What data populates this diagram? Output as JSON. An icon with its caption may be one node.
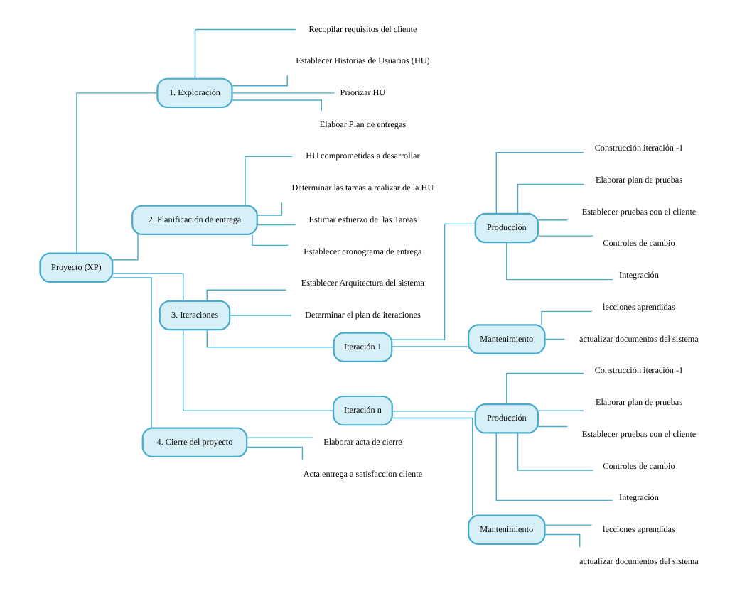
{
  "diagram": {
    "nodes": [
      {
        "text": [
          "Proyecto (XP)"
        ]
      },
      {
        "text": [
          "1. Exploración"
        ]
      },
      {
        "text": [
          "Recopilar requisitos del cliente"
        ]
      },
      {
        "text": [
          "Establecer Historias de Usuarios (HU)"
        ]
      },
      {
        "text": [
          "Priorizar HU"
        ]
      },
      {
        "text": [
          "Elaboar Plan de entregas"
        ]
      },
      {
        "text": [
          "2. Planificación de entrega"
        ]
      },
      {
        "text": [
          "HU comprometidas a desarrollar"
        ]
      },
      {
        "text": [
          "Determinar las tareas a realizar de la HU"
        ]
      },
      {
        "text": [
          "Estimar esfuerzo de  las Tareas"
        ]
      },
      {
        "text": [
          "Establecer cronograma de entrega"
        ]
      },
      {
        "text": [
          "3. Iteraciones"
        ]
      },
      {
        "text": [
          "Establecer Arquitectura del sistema"
        ]
      },
      {
        "text": [
          "Determinar el plan de iteraciones"
        ]
      },
      {
        "text": [
          "Iteración 1"
        ]
      },
      {
        "text": [
          "Producción"
        ]
      },
      {
        "text": [
          "Construcción iteración -1"
        ]
      },
      {
        "text": [
          "Elaborar plan de pruebas"
        ]
      },
      {
        "text": [
          "Establecer pruebas con el cliente"
        ]
      },
      {
        "text": [
          "Controles de cambio"
        ]
      },
      {
        "text": [
          "Integración"
        ]
      },
      {
        "text": [
          "Mantenimiento"
        ]
      },
      {
        "text": [
          "lecciones aprendidas"
        ]
      },
      {
        "text": [
          "actualizar documentos del sistema"
        ]
      },
      {
        "text": [
          "Iteración n"
        ]
      },
      {
        "text": [
          "Producción"
        ]
      },
      {
        "text": [
          "Construcción iteración -1"
        ]
      },
      {
        "text": [
          "Elaborar plan de pruebas"
        ]
      },
      {
        "text": [
          "Establecer pruebas con el cliente"
        ]
      },
      {
        "text": [
          "Controles de cambio"
        ]
      },
      {
        "text": [
          "Integración"
        ]
      },
      {
        "text": [
          "Mantenimiento"
        ]
      },
      {
        "text": [
          "lecciones aprendidas"
        ]
      },
      {
        "text": [
          "actualizar documentos del sistema"
        ]
      },
      {
        "text": [
          "4. Cierre del proyecto"
        ]
      },
      {
        "text": [
          "Elaborar acta de cierre"
        ]
      },
      {
        "text": [
          "Acta entrega a satisfaccion cliente"
        ]
      }
    ],
    "edges": [
      {
        "from": 0,
        "to": 1,
        "arrow": "none"
      },
      {
        "from": 1,
        "to": 2,
        "arrow": "none"
      },
      {
        "from": 1,
        "to": 3,
        "arrow": "none"
      },
      {
        "from": 1,
        "to": 4,
        "arrow": "none"
      },
      {
        "from": 1,
        "to": 5,
        "arrow": "none"
      },
      {
        "from": 0,
        "to": 6,
        "arrow": "none"
      },
      {
        "from": 6,
        "to": 7,
        "arrow": "none"
      },
      {
        "from": 6,
        "to": 8,
        "arrow": "none"
      },
      {
        "from": 6,
        "to": 9,
        "arrow": "none"
      },
      {
        "from": 6,
        "to": 10,
        "arrow": "none"
      },
      {
        "from": 0,
        "to": 11,
        "arrow": "none"
      },
      {
        "from": 11,
        "to": 12,
        "arrow": "none"
      },
      {
        "from": 11,
        "to": 13,
        "arrow": "none"
      },
      {
        "from": 11,
        "to": 14,
        "arrow": "none"
      },
      {
        "from": 14,
        "to": 15,
        "arrow": "none"
      },
      {
        "from": 15,
        "to": 16,
        "arrow": "none"
      },
      {
        "from": 15,
        "to": 17,
        "arrow": "none"
      },
      {
        "from": 15,
        "to": 18,
        "arrow": "none"
      },
      {
        "from": 15,
        "to": 19,
        "arrow": "none"
      },
      {
        "from": 15,
        "to": 20,
        "arrow": "none"
      },
      {
        "from": 14,
        "to": 21,
        "arrow": "none"
      },
      {
        "from": 21,
        "to": 22,
        "arrow": "none"
      },
      {
        "from": 21,
        "to": 23,
        "arrow": "none"
      },
      {
        "from": 11,
        "to": 24,
        "arrow": "none"
      },
      {
        "from": 24,
        "to": 25,
        "arrow": "none"
      },
      {
        "from": 25,
        "to": 26,
        "arrow": "none"
      },
      {
        "from": 25,
        "to": 27,
        "arrow": "none"
      },
      {
        "from": 25,
        "to": 28,
        "arrow": "none"
      },
      {
        "from": 25,
        "to": 29,
        "arrow": "none"
      },
      {
        "from": 25,
        "to": 30,
        "arrow": "none"
      },
      {
        "from": 24,
        "to": 31,
        "arrow": "none"
      },
      {
        "from": 31,
        "to": 32,
        "arrow": "none"
      },
      {
        "from": 31,
        "to": 33,
        "arrow": "none"
      },
      {
        "from": 0,
        "to": 34,
        "arrow": "none"
      },
      {
        "from": 34,
        "to": 35,
        "arrow": "none"
      },
      {
        "from": 34,
        "to": 36,
        "arrow": "none"
      }
    ]
  }
}
